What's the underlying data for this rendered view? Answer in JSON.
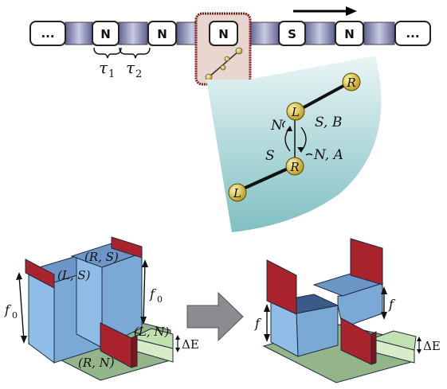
{
  "tape": {
    "cells": [
      "...",
      "N",
      "N",
      "N",
      "S",
      "N",
      "..."
    ],
    "tau1_label": "τ",
    "tau1_sub": "1",
    "tau2_label": "τ",
    "tau2_sub": "2"
  },
  "zoom": {
    "top_ball": "R",
    "upper_ball": "L",
    "lower_ball": "R",
    "bottom_ball": "L",
    "left_top_label": "N",
    "right_top_label": "S, B",
    "left_bottom_label": "S",
    "right_bottom_label": "N, A"
  },
  "left_landscape": {
    "rs_label": "(R, S)",
    "ls_label": "(L, S)",
    "ln_label": "(L, N)",
    "rn_label": "(R, N)",
    "f0_left": "f",
    "f0_left_sub": "0",
    "f0_right": "f",
    "f0_right_sub": "0",
    "delta_e": "ΔE"
  },
  "right_landscape": {
    "f_left": "f",
    "f_right": "f",
    "delta_e": "ΔE"
  },
  "colors": {
    "capsule_dark": "#6a6d9a",
    "capsule_light": "#c8cae2",
    "wedge": "#a9d5d8",
    "ball": "#d9c24a",
    "block_blue": "#8fbde8",
    "floor_green": "#94b58a",
    "wall_red": "#a8232b",
    "highlight": "#7a1d1d"
  }
}
